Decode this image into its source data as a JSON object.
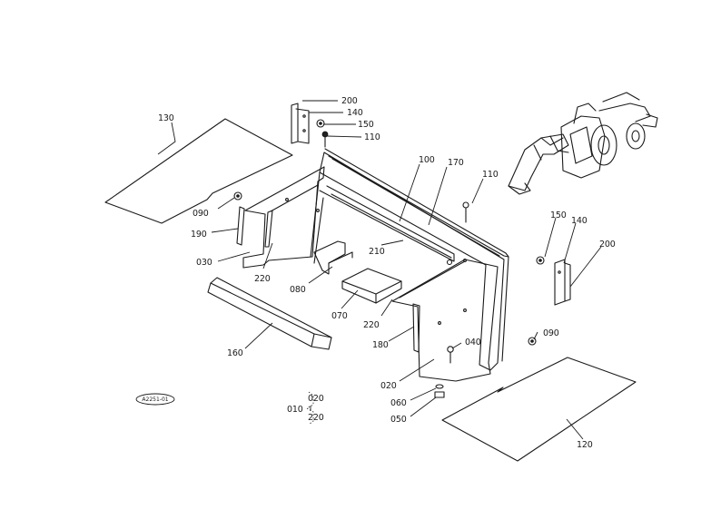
{
  "diagram_id": "A2251-01",
  "callouts": {
    "p130": "130",
    "p200a": "200",
    "p140a": "140",
    "p150a": "150",
    "p110a": "110",
    "p100": "100",
    "p170": "170",
    "p110b": "110",
    "p090a": "090",
    "p190": "190",
    "p030": "030",
    "p220a": "220",
    "p210": "210",
    "p080": "080",
    "p070": "070",
    "p220b": "220",
    "p160": "160",
    "p180": "180",
    "p040": "040",
    "p020": "020",
    "p060": "060",
    "p050": "050",
    "p150b": "150",
    "p140b": "140",
    "p200b": "200",
    "p090b": "090",
    "p120": "120",
    "p010": "010",
    "p020b": "020",
    "p220c": "220"
  }
}
